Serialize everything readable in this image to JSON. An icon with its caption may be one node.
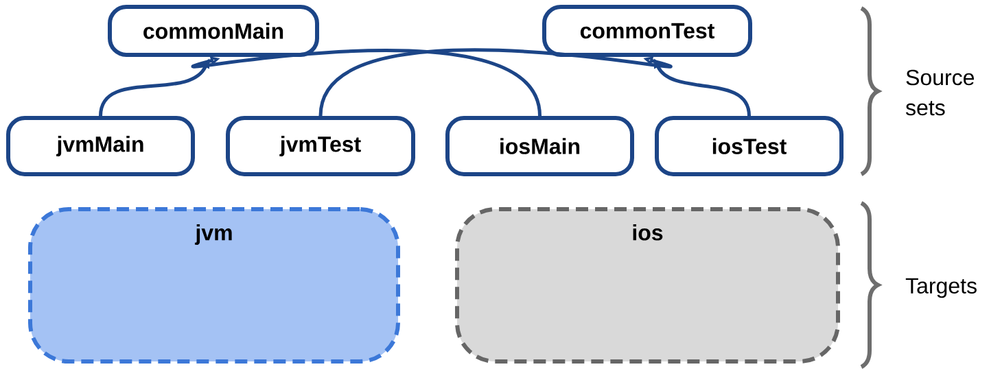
{
  "diagram": {
    "nodes": [
      {
        "text": [
          "commonMain"
        ]
      },
      {
        "text": [
          "commonTest"
        ]
      },
      {
        "text": [
          "jvmMain"
        ]
      },
      {
        "text": [
          "jvmTest"
        ]
      },
      {
        "text": [
          "iosMain"
        ]
      },
      {
        "text": [
          "iosTest"
        ]
      },
      {
        "text": [
          "jvm"
        ]
      },
      {
        "text": [
          "ios"
        ]
      }
    ],
    "edges": [
      {
        "from": 2,
        "to": 0,
        "arrow": "to"
      },
      {
        "from": 4,
        "to": 0,
        "arrow": "to"
      },
      {
        "from": 3,
        "to": 1,
        "arrow": "to"
      },
      {
        "from": 5,
        "to": 1,
        "arrow": "to"
      }
    ],
    "labels": [
      "Source sets",
      "Targets"
    ]
  }
}
